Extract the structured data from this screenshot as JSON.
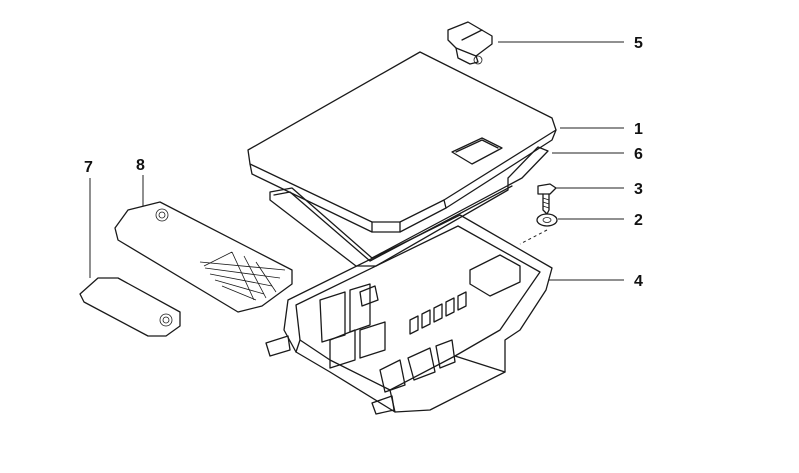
{
  "callouts": [
    {
      "id": "c1",
      "label": "1"
    },
    {
      "id": "c2",
      "label": "2"
    },
    {
      "id": "c3",
      "label": "3"
    },
    {
      "id": "c4",
      "label": "4"
    },
    {
      "id": "c5",
      "label": "5"
    },
    {
      "id": "c6",
      "label": "6"
    },
    {
      "id": "c7",
      "label": "7"
    },
    {
      "id": "c8",
      "label": "8"
    }
  ],
  "colors": {
    "stroke": "#1a1a1a",
    "background": "#ffffff"
  }
}
